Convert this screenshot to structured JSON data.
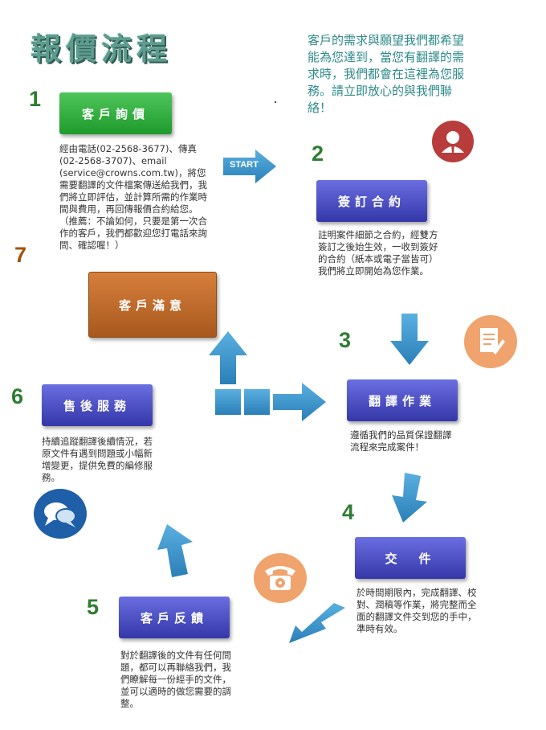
{
  "title": "報價流程",
  "intro": "客戶的需求與願望我們都希望能為您達到，當您有翻譯的需求時，我們都會在這裡為您服務。請立即放心的與我們聯絡！",
  "start_label": "START",
  "steps": [
    {
      "num": "1",
      "label": "客戶詢價",
      "desc": "經由電話(02-2568-3677)、傳真(02-2568-3707)、email (service@crowns.com.tw)，將您需要翻譯的文件檔案傳送給我們，我們將立即評估，並計算所需的作業時間與費用，再回傳報價合約給您。\n（推薦：不論如何，只要是第一次合作的客戶，我們都歡迎您打電話來詢問、確認喔！）"
    },
    {
      "num": "2",
      "label": "簽訂合約",
      "desc": "註明案件細節之合約，經雙方簽訂之後始生效，一收到簽好的合約（紙本或電子當皆可）我們將立即開始為您作業。"
    },
    {
      "num": "3",
      "label": "翻譯作業",
      "desc": "遵循我們的品質保證翻譯流程來完成案件！"
    },
    {
      "num": "4",
      "label": "交　件",
      "desc": "於時間期限內，完成翻譯、校對、潤稿等作業，將完整而全面的翻譯文件交到您的手中，準時有效。"
    },
    {
      "num": "5",
      "label": "客戶反饋",
      "desc": "對於翻譯後的文件有任何問題，都可以再聯絡我們，我們瞭解每一份經手的文件，並可以適時的做您需要的調整。"
    },
    {
      "num": "6",
      "label": "售後服務",
      "desc": "持續追蹤翻譯後續情況，若原文件有遇到問題或小幅新增變更，提供免費的編修服務。"
    },
    {
      "num": "7",
      "label": "客戶滿意",
      "desc": ""
    }
  ]
}
